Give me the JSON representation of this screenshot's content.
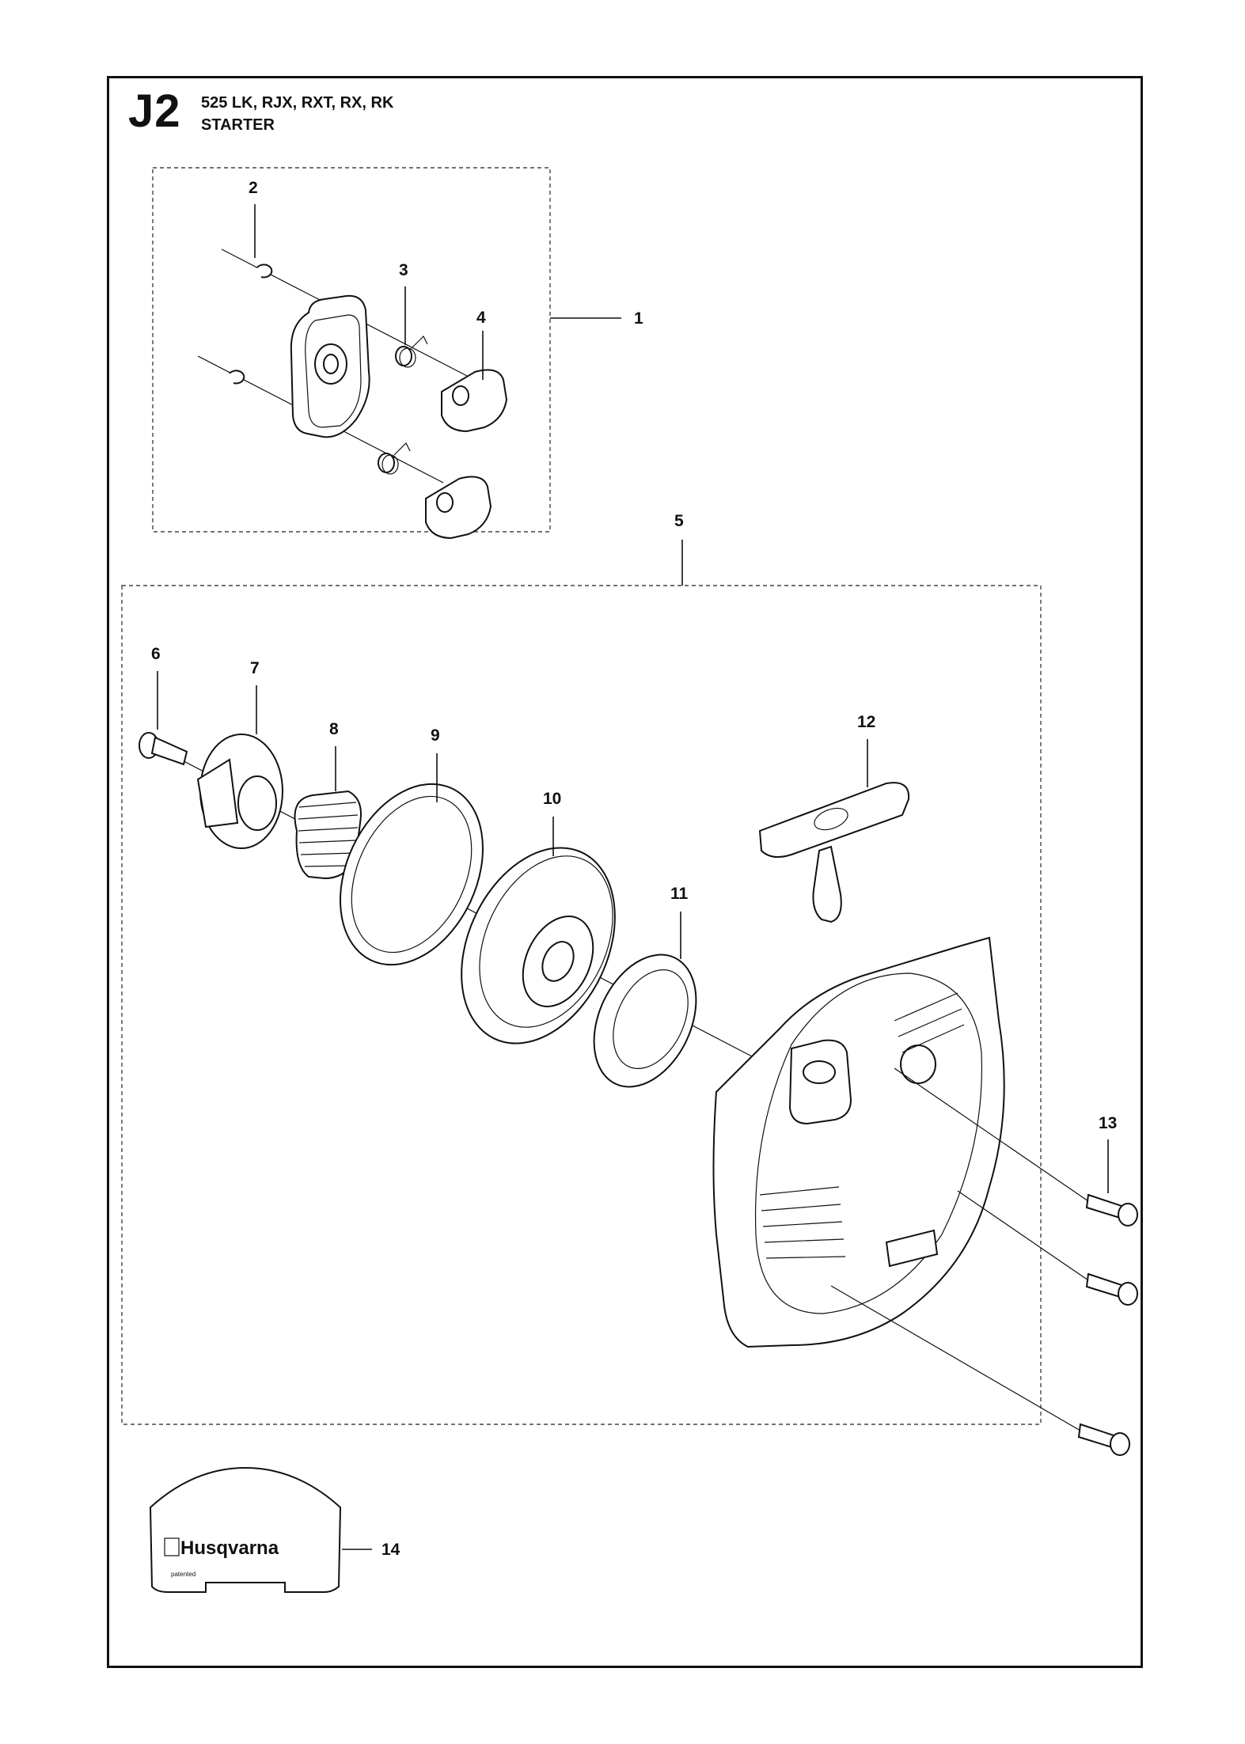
{
  "header": {
    "code": "J2",
    "models": "525 LK, RJX, RXT, RX, RK",
    "title": "STARTER"
  },
  "callouts": {
    "c1": "1",
    "c2": "2",
    "c3": "3",
    "c4": "4",
    "c5": "5",
    "c6": "6",
    "c7": "7",
    "c8": "8",
    "c9": "9",
    "c10": "10",
    "c11": "11",
    "c12": "12",
    "c13": "13",
    "c14": "14"
  },
  "decal": {
    "brand": "Husqvarna",
    "small_text": "patented"
  }
}
